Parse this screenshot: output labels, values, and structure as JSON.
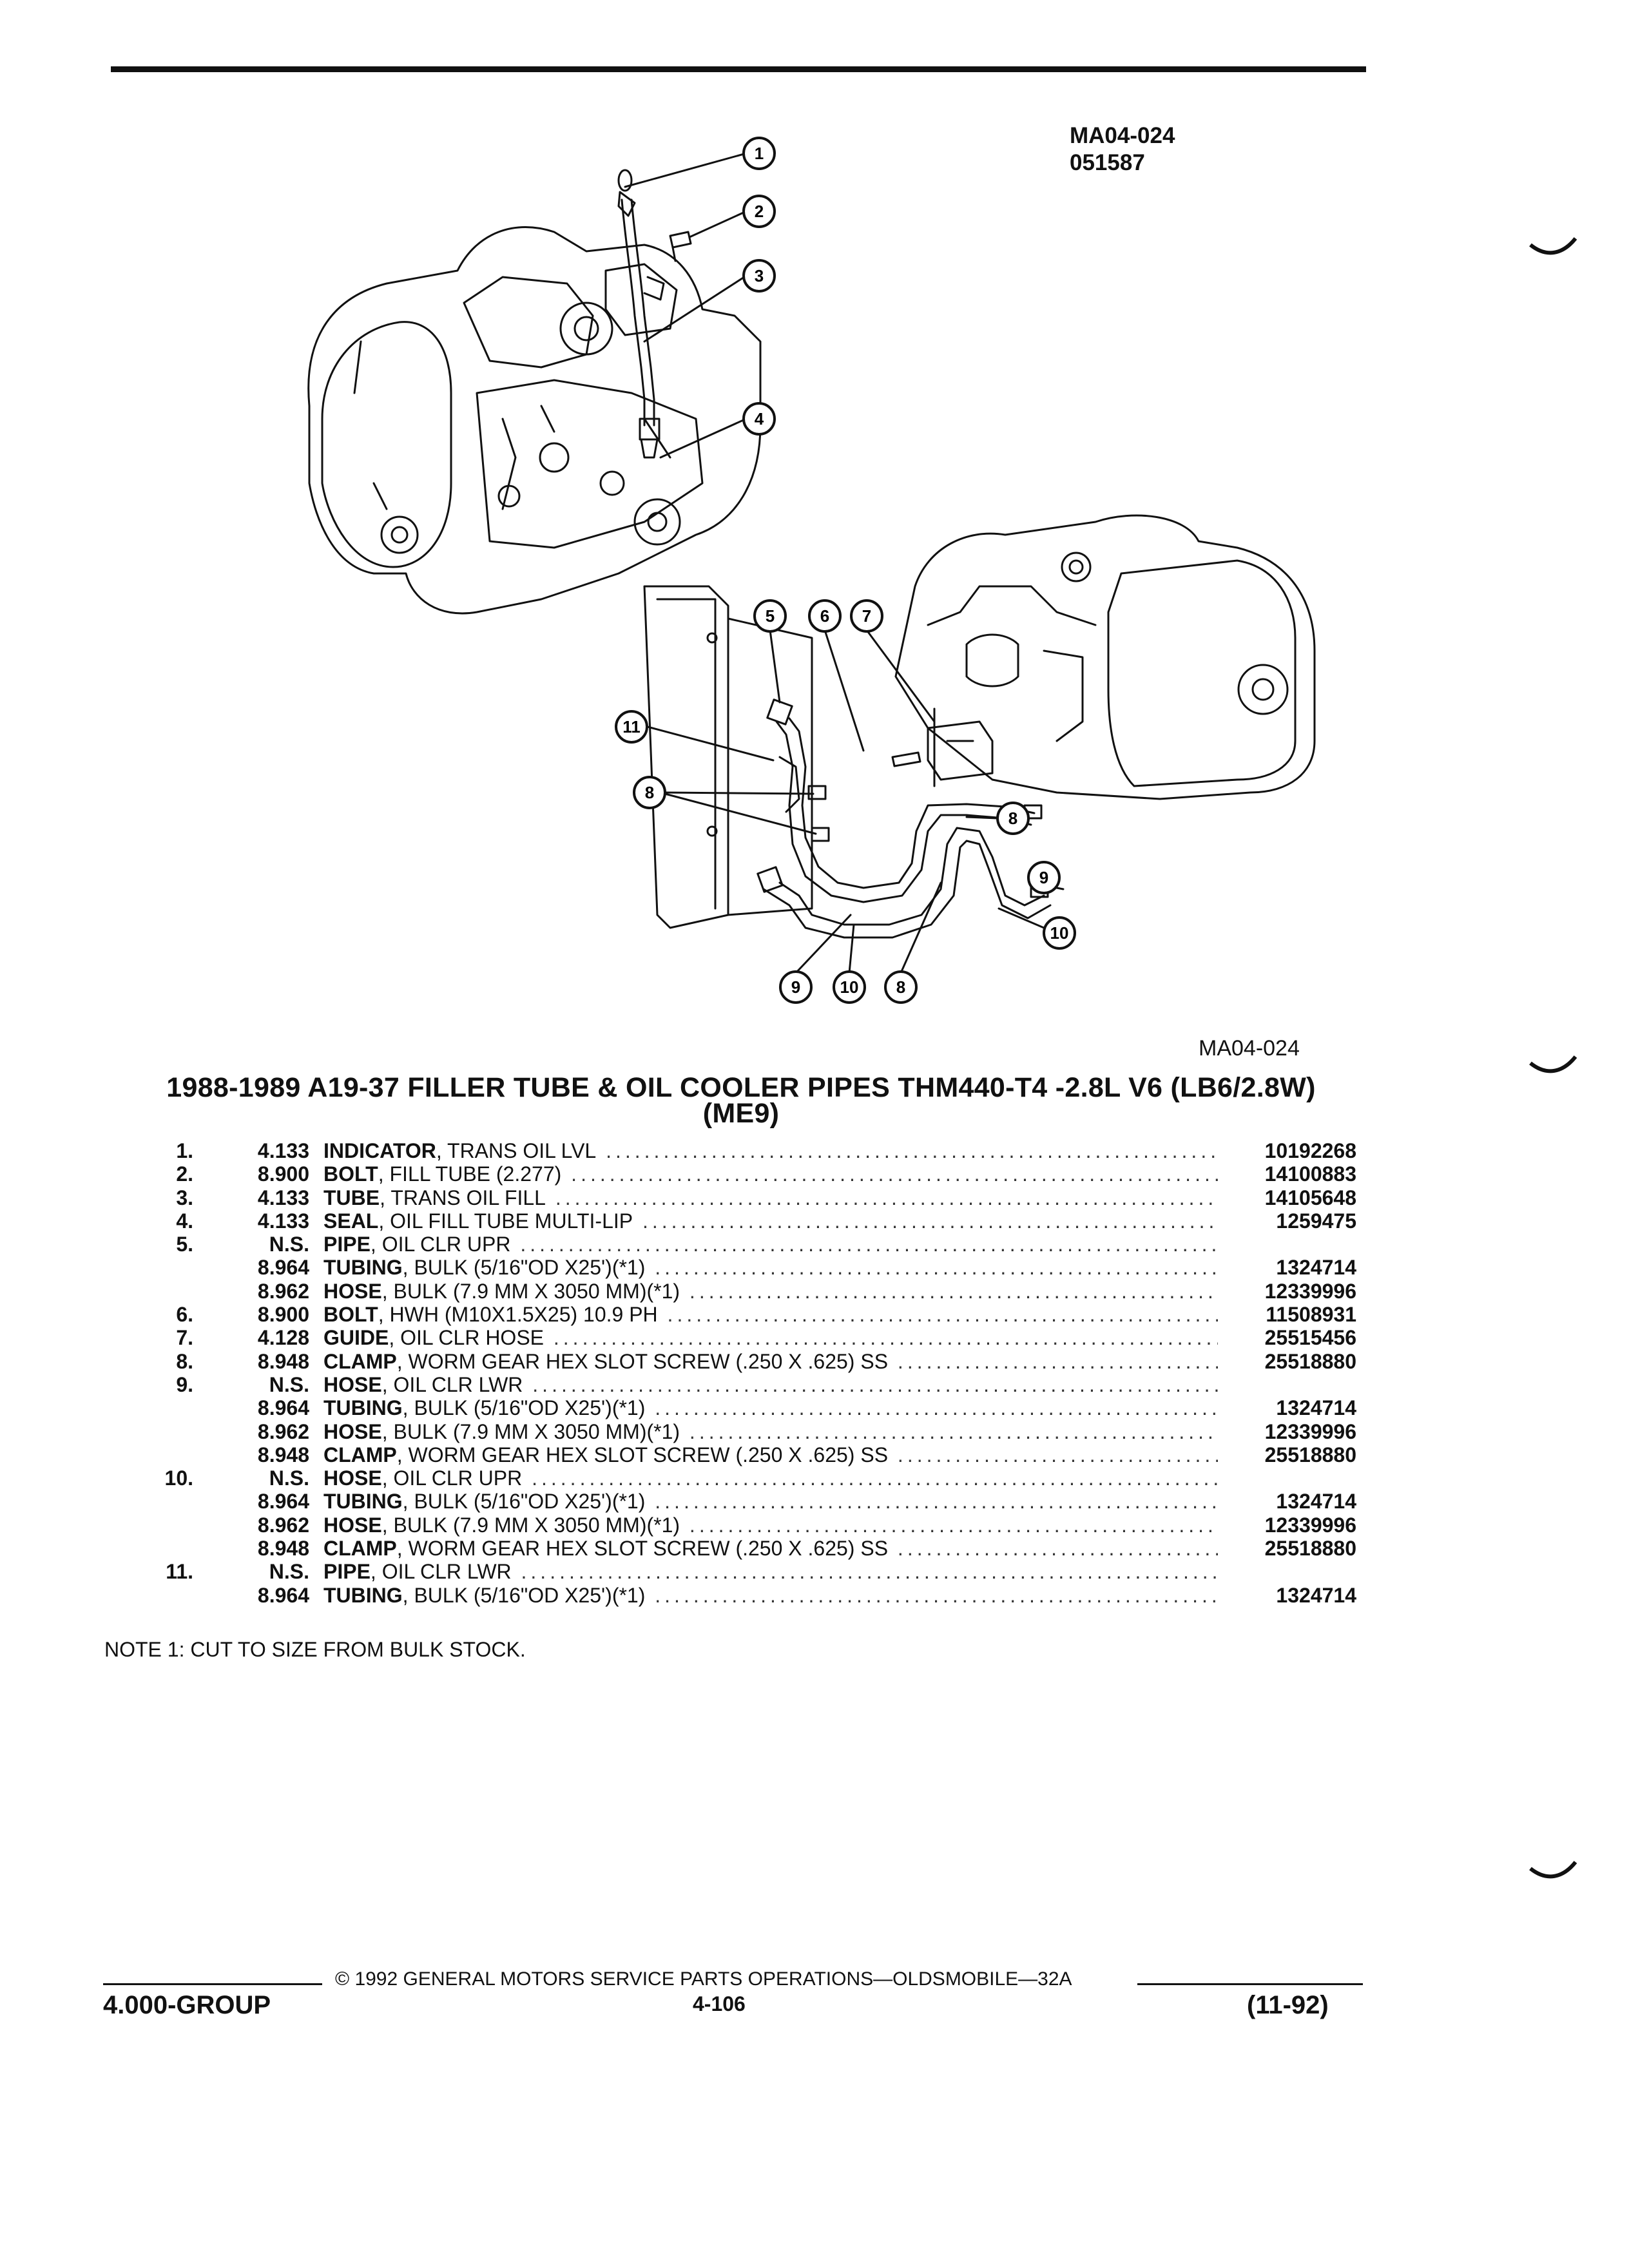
{
  "drawing_code": {
    "line1": "MA04-024",
    "line2": "051587"
  },
  "figure_caption": "MA04-024",
  "callouts": [
    "1",
    "2",
    "3",
    "4",
    "5",
    "6",
    "7",
    "8",
    "9",
    "10",
    "11",
    "8",
    "9",
    "10",
    "8"
  ],
  "title": {
    "line1": "1988-1989 A19-37 FILLER TUBE & OIL COOLER PIPES THM440-T4 -2.8L V6 (LB6/2.8W)",
    "line2": "(ME9)"
  },
  "parts": [
    {
      "idx": "1.",
      "cls": "4.133",
      "name": "INDICATOR",
      "spec": "TRANS OIL LVL",
      "pn": "10192268"
    },
    {
      "idx": "2.",
      "cls": "8.900",
      "name": "BOLT",
      "spec": "FILL TUBE (2.277)",
      "pn": "14100883"
    },
    {
      "idx": "3.",
      "cls": "4.133",
      "name": "TUBE",
      "spec": "TRANS OIL FILL",
      "pn": "14105648"
    },
    {
      "idx": "4.",
      "cls": "4.133",
      "name": "SEAL",
      "spec": "OIL FILL TUBE MULTI-LIP",
      "pn": "1259475"
    },
    {
      "idx": "5.",
      "cls": "N.S.",
      "name": "PIPE",
      "spec": "OIL CLR UPR",
      "pn": ""
    },
    {
      "idx": "",
      "cls": "8.964",
      "name": "TUBING",
      "spec": "BULK (5/16\"OD X25')(*1)",
      "pn": "1324714"
    },
    {
      "idx": "",
      "cls": "8.962",
      "name": "HOSE",
      "spec": "BULK (7.9 MM X 3050 MM)(*1)",
      "pn": "12339996"
    },
    {
      "idx": "6.",
      "cls": "8.900",
      "name": "BOLT",
      "spec": "HWH (M10X1.5X25) 10.9 PH",
      "pn": "11508931"
    },
    {
      "idx": "7.",
      "cls": "4.128",
      "name": "GUIDE",
      "spec": "OIL CLR HOSE",
      "pn": "25515456"
    },
    {
      "idx": "8.",
      "cls": "8.948",
      "name": "CLAMP",
      "spec": "WORM GEAR HEX SLOT SCREW (.250 X .625) SS",
      "pn": "25518880"
    },
    {
      "idx": "9.",
      "cls": "N.S.",
      "name": "HOSE",
      "spec": "OIL CLR LWR",
      "pn": ""
    },
    {
      "idx": "",
      "cls": "8.964",
      "name": "TUBING",
      "spec": "BULK (5/16\"OD X25')(*1)",
      "pn": "1324714"
    },
    {
      "idx": "",
      "cls": "8.962",
      "name": "HOSE",
      "spec": "BULK (7.9 MM X 3050 MM)(*1)",
      "pn": "12339996"
    },
    {
      "idx": "",
      "cls": "8.948",
      "name": "CLAMP",
      "spec": "WORM GEAR HEX SLOT SCREW (.250 X .625) SS",
      "pn": "25518880"
    },
    {
      "idx": "10.",
      "cls": "N.S.",
      "name": "HOSE",
      "spec": "OIL CLR UPR",
      "pn": ""
    },
    {
      "idx": "",
      "cls": "8.964",
      "name": "TUBING",
      "spec": "BULK (5/16\"OD X25')(*1)",
      "pn": "1324714"
    },
    {
      "idx": "",
      "cls": "8.962",
      "name": "HOSE",
      "spec": "BULK (7.9 MM X 3050 MM)(*1)",
      "pn": "12339996"
    },
    {
      "idx": "",
      "cls": "8.948",
      "name": "CLAMP",
      "spec": "WORM GEAR HEX SLOT SCREW (.250 X .625) SS",
      "pn": "25518880"
    },
    {
      "idx": "11.",
      "cls": "N.S.",
      "name": "PIPE",
      "spec": "OIL CLR LWR",
      "pn": ""
    },
    {
      "idx": "",
      "cls": "8.964",
      "name": "TUBING",
      "spec": "BULK (5/16\"OD X25')(*1)",
      "pn": "1324714"
    }
  ],
  "note": "NOTE  1:  CUT TO SIZE FROM BULK STOCK.",
  "footer": {
    "copyright": "©  1992  GENERAL MOTORS SERVICE PARTS OPERATIONS—OLDSMOBILE—32A",
    "group": "4.000-GROUP",
    "page": "4-106",
    "date": "(11-92)"
  }
}
